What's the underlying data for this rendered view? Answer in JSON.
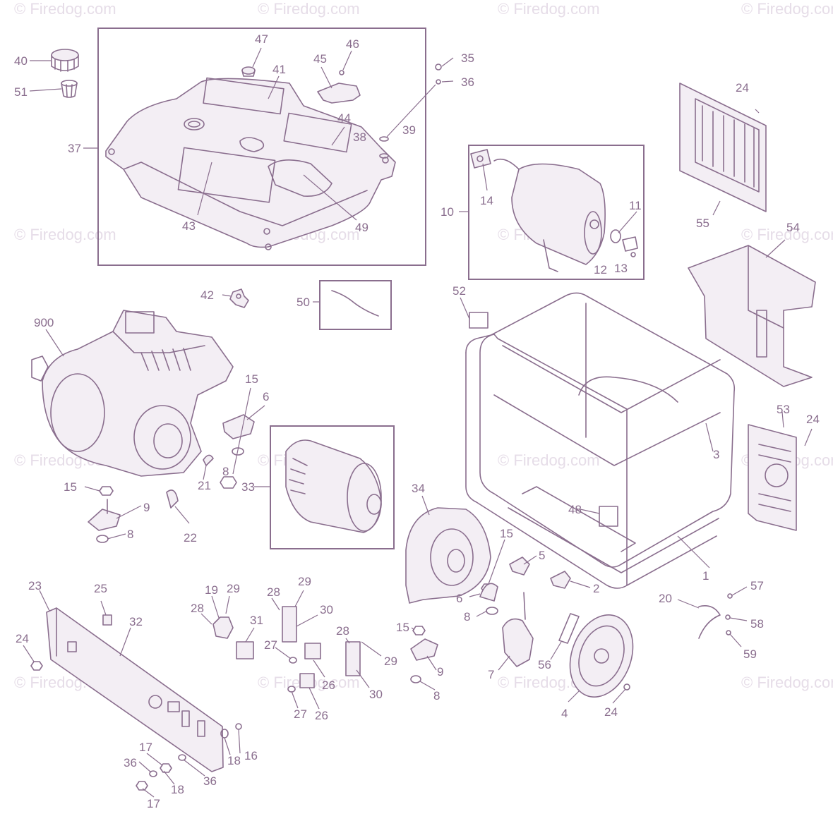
{
  "watermark": "© Firedog.com",
  "colors": {
    "line": "#8a6e8e",
    "watermark": "#e6dde8",
    "background": "#ffffff"
  },
  "labels": {
    "l900": "900",
    "l1": "1",
    "l2": "2",
    "l3": "3",
    "l4": "4",
    "l5": "5",
    "l6a": "6",
    "l6b": "6",
    "l7": "7",
    "l8a": "8",
    "l8b": "8",
    "l8c": "8",
    "l8d": "8",
    "l9a": "9",
    "l9b": "9",
    "l10": "10",
    "l11": "11",
    "l12": "12",
    "l13": "13",
    "l14": "14",
    "l15a": "15",
    "l15b": "15",
    "l15c": "15",
    "l15d": "15",
    "l16": "16",
    "l17a": "17",
    "l17b": "17",
    "l18a": "18",
    "l18b": "18",
    "l19": "19",
    "l20": "20",
    "l21": "21",
    "l22": "22",
    "l23": "23",
    "l24a": "24",
    "l24b": "24",
    "l24c": "24",
    "l24d": "24",
    "l25": "25",
    "l26a": "26",
    "l26b": "26",
    "l27a": "27",
    "l27b": "27",
    "l28a": "28",
    "l28b": "28",
    "l28c": "28",
    "l29a": "29",
    "l29b": "29",
    "l29c": "29",
    "l30a": "30",
    "l30b": "30",
    "l31": "31",
    "l32": "32",
    "l33": "33",
    "l34": "34",
    "l35": "35",
    "l36a": "36",
    "l36b": "36",
    "l36c": "36",
    "l37": "37",
    "l38": "38",
    "l39": "39",
    "l40": "40",
    "l41": "41",
    "l42": "42",
    "l43": "43",
    "l44": "44",
    "l45": "45",
    "l46": "46",
    "l47": "47",
    "l48": "48",
    "l49": "49",
    "l50": "50",
    "l51": "51",
    "l52": "52",
    "l53": "53",
    "l54": "54",
    "l55": "55",
    "l56": "56",
    "l57": "57",
    "l58": "58",
    "l59": "59"
  }
}
